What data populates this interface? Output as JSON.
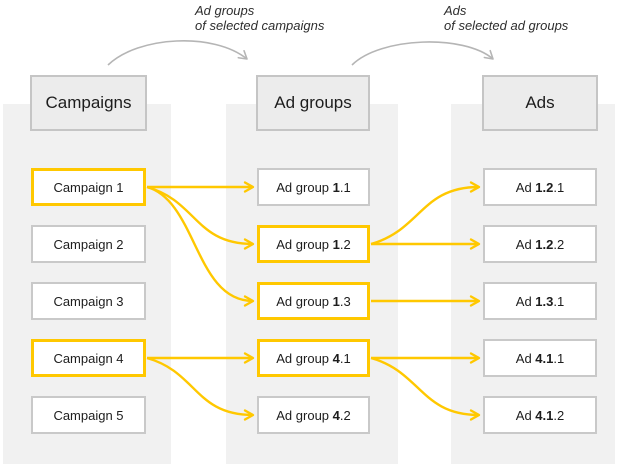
{
  "colors": {
    "accent": "#ffc800",
    "box_border": "#c9c9c9",
    "header_border": "#c5c5c5",
    "header_fill": "#ececec",
    "strip_fill": "#f1f1f1",
    "gray_arrow": "#b5b5b5",
    "text": "#222222"
  },
  "flow_annotations": [
    {
      "line1": "Ad groups",
      "line2": "of selected campaigns"
    },
    {
      "line1": "Ads",
      "line2": "of selected ad groups"
    }
  ],
  "columns": [
    {
      "id": "campaigns",
      "header": "Campaigns",
      "items": [
        {
          "id": "campaign-1",
          "prefix": "Campaign 1",
          "bold": "",
          "rest": "",
          "selected": true
        },
        {
          "id": "campaign-2",
          "prefix": "Campaign 2",
          "bold": "",
          "rest": "",
          "selected": false
        },
        {
          "id": "campaign-3",
          "prefix": "Campaign 3",
          "bold": "",
          "rest": "",
          "selected": false
        },
        {
          "id": "campaign-4",
          "prefix": "Campaign 4",
          "bold": "",
          "rest": "",
          "selected": true
        },
        {
          "id": "campaign-5",
          "prefix": "Campaign 5",
          "bold": "",
          "rest": "",
          "selected": false
        }
      ]
    },
    {
      "id": "ad-groups",
      "header": "Ad groups",
      "items": [
        {
          "id": "adgroup-1.1",
          "prefix": "Ad group ",
          "bold": "1",
          "rest": ".1",
          "selected": false
        },
        {
          "id": "adgroup-1.2",
          "prefix": "Ad group ",
          "bold": "1",
          "rest": ".2",
          "selected": true
        },
        {
          "id": "adgroup-1.3",
          "prefix": "Ad group ",
          "bold": "1",
          "rest": ".3",
          "selected": true
        },
        {
          "id": "adgroup-4.1",
          "prefix": "Ad group ",
          "bold": "4",
          "rest": ".1",
          "selected": true
        },
        {
          "id": "adgroup-4.2",
          "prefix": "Ad group ",
          "bold": "4",
          "rest": ".2",
          "selected": false
        }
      ]
    },
    {
      "id": "ads",
      "header": "Ads",
      "items": [
        {
          "id": "ad-1.2.1",
          "prefix": "Ad ",
          "bold": "1.2",
          "rest": ".1",
          "selected": false
        },
        {
          "id": "ad-1.2.2",
          "prefix": "Ad ",
          "bold": "1.2",
          "rest": ".2",
          "selected": false
        },
        {
          "id": "ad-1.3.1",
          "prefix": "Ad ",
          "bold": "1.3",
          "rest": ".1",
          "selected": false
        },
        {
          "id": "ad-4.1.1",
          "prefix": "Ad ",
          "bold": "4.1",
          "rest": ".1",
          "selected": false
        },
        {
          "id": "ad-4.1.2",
          "prefix": "Ad ",
          "bold": "4.1",
          "rest": ".2",
          "selected": false
        }
      ]
    }
  ],
  "connections": [
    {
      "from": "campaign-1",
      "to": "adgroup-1.1"
    },
    {
      "from": "campaign-1",
      "to": "adgroup-1.2"
    },
    {
      "from": "campaign-1",
      "to": "adgroup-1.3"
    },
    {
      "from": "campaign-4",
      "to": "adgroup-4.1"
    },
    {
      "from": "campaign-4",
      "to": "adgroup-4.2"
    },
    {
      "from": "adgroup-1.2",
      "to": "ad-1.2.1"
    },
    {
      "from": "adgroup-1.2",
      "to": "ad-1.2.2"
    },
    {
      "from": "adgroup-1.3",
      "to": "ad-1.3.1"
    },
    {
      "from": "adgroup-4.1",
      "to": "ad-4.1.1"
    },
    {
      "from": "adgroup-4.1",
      "to": "ad-4.1.2"
    }
  ]
}
